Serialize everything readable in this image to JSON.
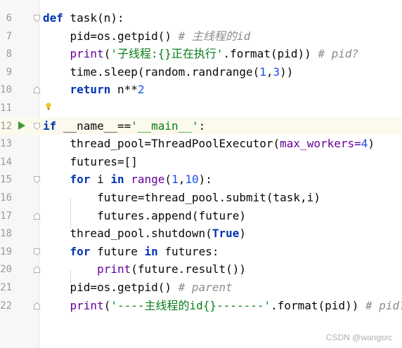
{
  "editor": {
    "lines": [
      {
        "n": "6",
        "tokens": [
          {
            "t": "def",
            "c": "kw"
          },
          {
            "t": " task(n):",
            "c": ""
          }
        ]
      },
      {
        "n": "7",
        "tokens": [
          {
            "t": "    pid=os.getpid()",
            "c": ""
          },
          {
            "t": " # 主线程的id",
            "c": "cmt"
          }
        ]
      },
      {
        "n": "8",
        "tokens": [
          {
            "t": "    ",
            "c": ""
          },
          {
            "t": "print",
            "c": "kwarg"
          },
          {
            "t": "(",
            "c": ""
          },
          {
            "t": "'子线程:{}正在执行'",
            "c": "str"
          },
          {
            "t": ".format(pid))",
            "c": ""
          },
          {
            "t": " # pid?",
            "c": "cmt"
          }
        ]
      },
      {
        "n": "9",
        "tokens": [
          {
            "t": "    time.sleep(random.randrange(",
            "c": ""
          },
          {
            "t": "1",
            "c": "num"
          },
          {
            "t": ",",
            "c": ""
          },
          {
            "t": "3",
            "c": "num"
          },
          {
            "t": "))",
            "c": ""
          }
        ]
      },
      {
        "n": "10",
        "tokens": [
          {
            "t": "    ",
            "c": ""
          },
          {
            "t": "return",
            "c": "kw"
          },
          {
            "t": " n**",
            "c": ""
          },
          {
            "t": "2",
            "c": "num"
          }
        ]
      },
      {
        "n": "11",
        "tokens": []
      },
      {
        "n": "12",
        "tokens": [
          {
            "t": "if",
            "c": "kw"
          },
          {
            "t": " __name__==",
            "c": ""
          },
          {
            "t": "'__main__'",
            "c": "str"
          },
          {
            "t": ":",
            "c": ""
          }
        ]
      },
      {
        "n": "13",
        "tokens": [
          {
            "t": "    thread_pool=ThreadPoolExecutor(",
            "c": ""
          },
          {
            "t": "max_workers=",
            "c": "kwarg"
          },
          {
            "t": "4",
            "c": "num"
          },
          {
            "t": ")",
            "c": ""
          }
        ]
      },
      {
        "n": "14",
        "tokens": [
          {
            "t": "    futures=[]",
            "c": ""
          }
        ]
      },
      {
        "n": "15",
        "tokens": [
          {
            "t": "    ",
            "c": ""
          },
          {
            "t": "for",
            "c": "kw"
          },
          {
            "t": " i ",
            "c": ""
          },
          {
            "t": "in",
            "c": "kw"
          },
          {
            "t": " ",
            "c": ""
          },
          {
            "t": "range",
            "c": "kwarg"
          },
          {
            "t": "(",
            "c": ""
          },
          {
            "t": "1",
            "c": "num"
          },
          {
            "t": ",",
            "c": ""
          },
          {
            "t": "10",
            "c": "num"
          },
          {
            "t": "):",
            "c": ""
          }
        ]
      },
      {
        "n": "16",
        "tokens": [
          {
            "t": "        future=thread_pool.submit(task,i)",
            "c": ""
          }
        ]
      },
      {
        "n": "17",
        "tokens": [
          {
            "t": "        futures.append(future)",
            "c": ""
          }
        ]
      },
      {
        "n": "18",
        "tokens": [
          {
            "t": "    thread_pool.shutdown(",
            "c": ""
          },
          {
            "t": "True",
            "c": "kw"
          },
          {
            "t": ")",
            "c": ""
          }
        ]
      },
      {
        "n": "19",
        "tokens": [
          {
            "t": "    ",
            "c": ""
          },
          {
            "t": "for",
            "c": "kw"
          },
          {
            "t": " future ",
            "c": ""
          },
          {
            "t": "in",
            "c": "kw"
          },
          {
            "t": " futures:",
            "c": ""
          }
        ]
      },
      {
        "n": "20",
        "tokens": [
          {
            "t": "        ",
            "c": ""
          },
          {
            "t": "print",
            "c": "kwarg"
          },
          {
            "t": "(future.result())",
            "c": ""
          }
        ]
      },
      {
        "n": "21",
        "tokens": [
          {
            "t": "    pid=os.getpid()",
            "c": ""
          },
          {
            "t": " # parent",
            "c": "cmt"
          }
        ]
      },
      {
        "n": "22",
        "tokens": [
          {
            "t": "    ",
            "c": ""
          },
          {
            "t": "print",
            "c": "kwarg"
          },
          {
            "t": "(",
            "c": ""
          },
          {
            "t": "'----主线程的id{}-------'",
            "c": "str"
          },
          {
            "t": ".format(pid))",
            "c": ""
          },
          {
            "t": " # pid?",
            "c": "cmt"
          }
        ]
      }
    ],
    "current_line": "12"
  },
  "watermark": "CSDN @wangsrc",
  "colors": {
    "keyword": "#0033b3",
    "string": "#067d17",
    "comment": "#8c8c8c",
    "number": "#1750eb",
    "builtin": "#660099",
    "current_line_bg": "#fcfaed",
    "run_icon": "#3f9a37"
  }
}
